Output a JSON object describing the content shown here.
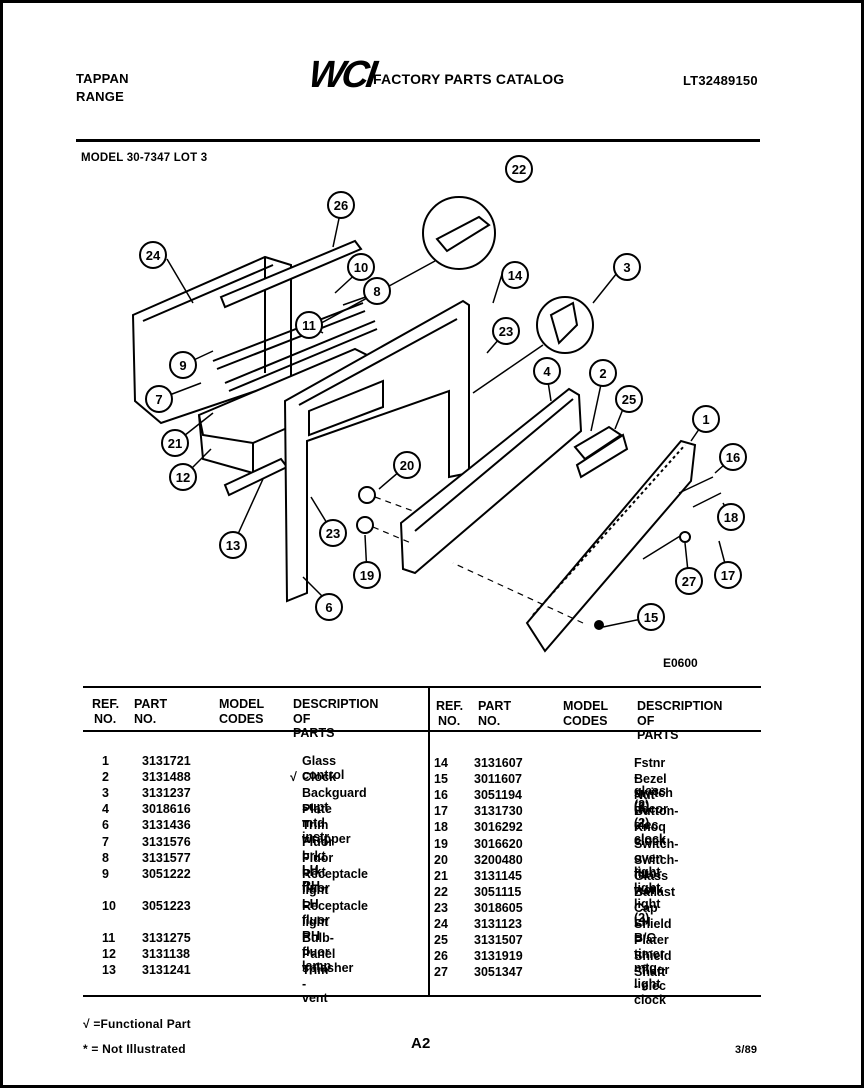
{
  "header": {
    "brand_line1": "TAPPAN",
    "brand_line2": "RANGE",
    "logo_text": "WCI",
    "catalog_title": "FACTORY PARTS CATALOG",
    "catalog_number": "LT32489150",
    "model": "MODEL 30-7347 LOT 3"
  },
  "diagram": {
    "code": "E0600",
    "callouts": [
      "1",
      "2",
      "3",
      "4",
      "6",
      "7",
      "8",
      "9",
      "10",
      "11",
      "12",
      "13",
      "14",
      "15",
      "16",
      "17",
      "18",
      "19",
      "20",
      "21",
      "22",
      "23",
      "23",
      "24",
      "25",
      "26",
      "27"
    ]
  },
  "table": {
    "headers": {
      "ref": "REF.",
      "ref2": "NO.",
      "part": "PART",
      "part2": "NO.",
      "model": "MODEL",
      "model2": "CODES",
      "desc": "DESCRIPTION",
      "desc2": "OF PARTS"
    },
    "left_rows": [
      {
        "ref": "1",
        "part": "3131721",
        "code": "",
        "desc": "Glass control"
      },
      {
        "ref": "2",
        "part": "3131488",
        "code": "√",
        "desc": "Clock"
      },
      {
        "ref": "3",
        "part": "3131237",
        "code": "",
        "desc": "Backguard supt"
      },
      {
        "ref": "4",
        "part": "3018616",
        "code": "",
        "desc": "Plate mtd instr"
      },
      {
        "ref": "6",
        "part": "3131436",
        "code": "",
        "desc": "Trim wrapper"
      },
      {
        "ref": "7",
        "part": "3131576",
        "code": "",
        "desc": "Fluor brkt LH"
      },
      {
        "ref": "8",
        "part": "3131577",
        "code": "",
        "desc": "Fluor brkt RH"
      },
      {
        "ref": "9",
        "part": "3051222",
        "code": "",
        "desc": "Receptacle fluor"
      },
      {
        "ref": "",
        "part": "",
        "code": "",
        "desc": "light LH"
      },
      {
        "ref": "10",
        "part": "3051223",
        "code": "",
        "desc": "Receptacle fluor"
      },
      {
        "ref": "",
        "part": "",
        "code": "",
        "desc": "light RH"
      },
      {
        "ref": "11",
        "part": "3131275",
        "code": "",
        "desc": "Bulb-fluor lamp"
      },
      {
        "ref": "12",
        "part": "3131138",
        "code": "",
        "desc": "Panel splasher"
      },
      {
        "ref": "13",
        "part": "3131241",
        "code": "",
        "desc": "Trim - vent"
      }
    ],
    "right_rows": [
      {
        "ref": "14",
        "part": "3131607",
        "code": "",
        "desc": "Fstnr - glass (2)"
      },
      {
        "ref": "15",
        "part": "3011607",
        "code": "",
        "desc": "Bezel switch (2)"
      },
      {
        "ref": "16",
        "part": "3051194",
        "code": "",
        "desc": "Nut decor (2)"
      },
      {
        "ref": "17",
        "part": "3131730",
        "code": "",
        "desc": "Button-elec clock"
      },
      {
        "ref": "18",
        "part": "3016292",
        "code": "",
        "desc": "Knoq clock"
      },
      {
        "ref": "19",
        "part": "3016620",
        "code": "",
        "desc": "Switch-oven light"
      },
      {
        "ref": "20",
        "part": "3200480",
        "code": "",
        "desc": "Switch-fluor light"
      },
      {
        "ref": "21",
        "part": "3131145",
        "code": "",
        "desc": "Glass work light (2)"
      },
      {
        "ref": "22",
        "part": "3051115",
        "code": "",
        "desc": "Ballast"
      },
      {
        "ref": "23",
        "part": "3018605",
        "code": "",
        "desc": "Cap LH"
      },
      {
        "ref": "24",
        "part": "3131123",
        "code": "",
        "desc": "Shield B/G"
      },
      {
        "ref": "25",
        "part": "3131507",
        "code": "",
        "desc": "Plater timer mtg"
      },
      {
        "ref": "26",
        "part": "3131919",
        "code": "",
        "desc": "Shield - fluor light"
      },
      {
        "ref": "27",
        "part": "3051347",
        "code": "",
        "desc": "Shaft - elec clock"
      }
    ]
  },
  "footer": {
    "legend1": "√ =Functional Part",
    "legend2": "* = Not Illustrated",
    "page": "A2",
    "date": "3/89"
  }
}
